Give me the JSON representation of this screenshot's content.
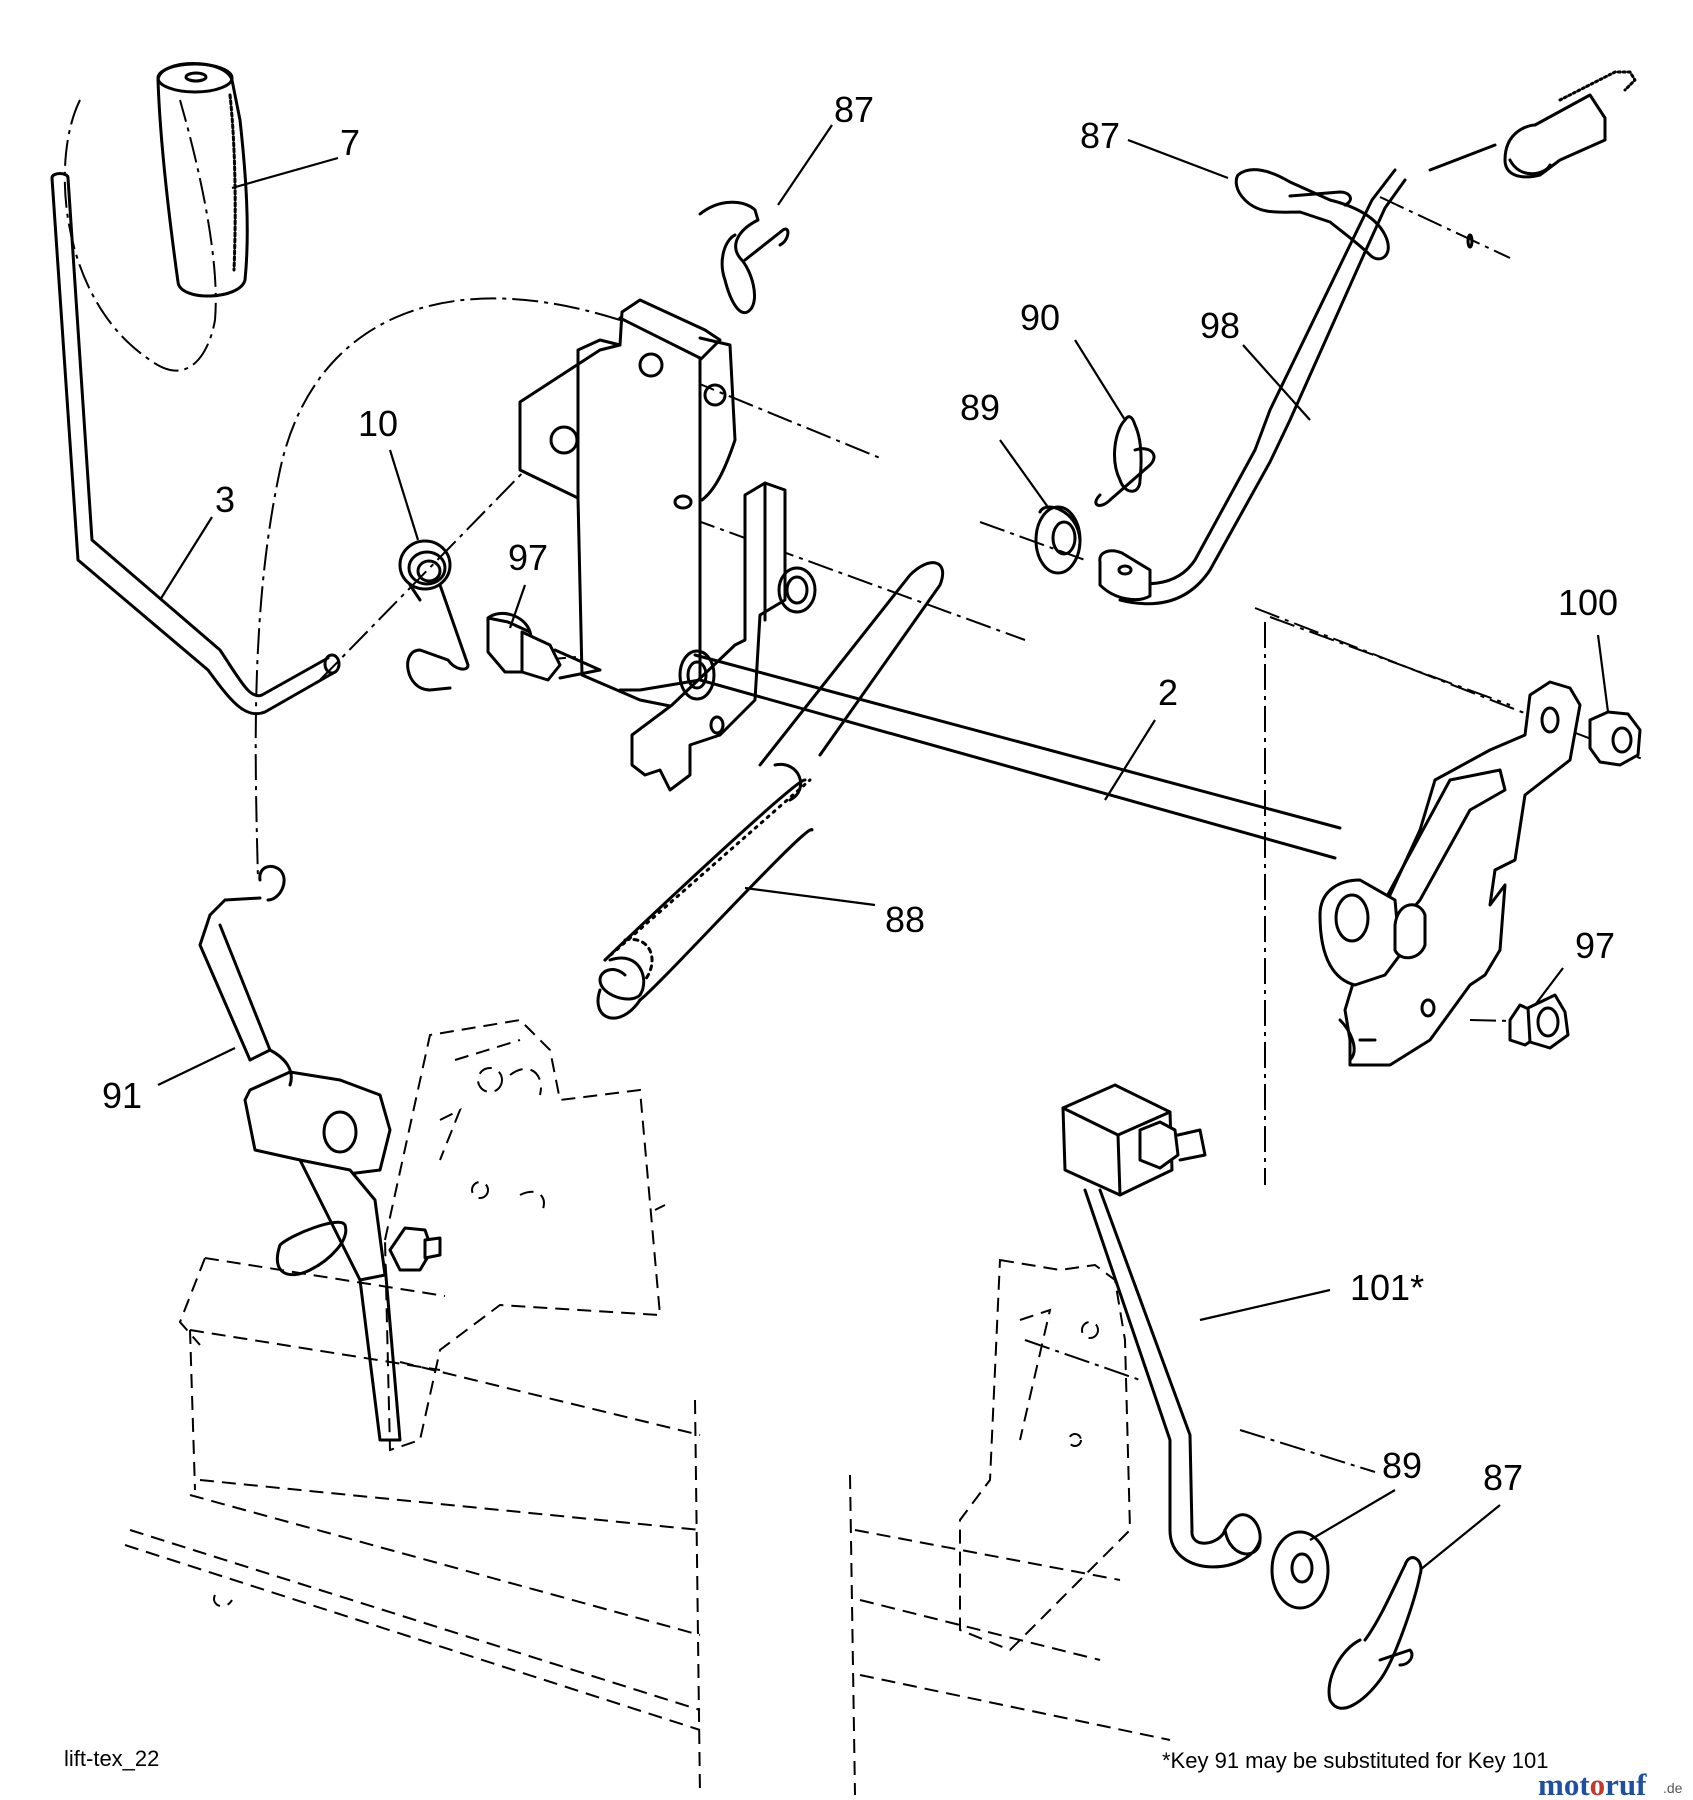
{
  "diagram_id": "lift-tex_22",
  "footnote": "*Key 91 may be substituted for Key 101",
  "watermark": {
    "text": "motoruf",
    "suffix": ".de",
    "colors": [
      "#c0392b",
      "#1f4fa3"
    ]
  },
  "callouts": [
    {
      "key": "7"
    },
    {
      "key": "87a",
      "label": "87"
    },
    {
      "key": "87b",
      "label": "87"
    },
    {
      "key": "90"
    },
    {
      "key": "98"
    },
    {
      "key": "89a",
      "label": "89"
    },
    {
      "key": "10"
    },
    {
      "key": "3"
    },
    {
      "key": "97a",
      "label": "97"
    },
    {
      "key": "100"
    },
    {
      "key": "2"
    },
    {
      "key": "88"
    },
    {
      "key": "97b",
      "label": "97"
    },
    {
      "key": "91"
    },
    {
      "key": "101",
      "label": "101*"
    },
    {
      "key": "89b",
      "label": "89"
    },
    {
      "key": "87c",
      "label": "87"
    }
  ],
  "labels": {
    "c7": "7",
    "c87a": "87",
    "c87b": "87",
    "c90": "90",
    "c98": "98",
    "c89a": "89",
    "c10": "10",
    "c3": "3",
    "c97a": "97",
    "c100": "100",
    "c2": "2",
    "c88": "88",
    "c97b": "97",
    "c91": "91",
    "c101": "101*",
    "c89b": "89",
    "c87c": "87"
  }
}
